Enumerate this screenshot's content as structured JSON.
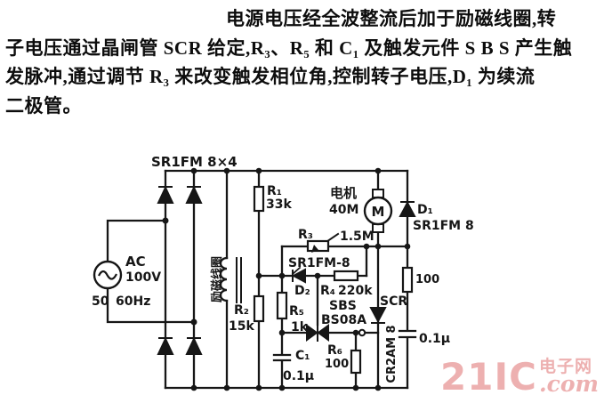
{
  "caption": {
    "lines": [
      "电源电压经全波整流后加于励磁线圈,转",
      "子电压通过晶闸管 SCR 给定,R₃、R₅ 和 C₁ 及触发元件 S B S 产生触",
      "发脉冲,通过调节 R₃ 来改变触发相位角,控制转子电压,D₁ 为续流",
      "二极管。"
    ]
  },
  "circuit": {
    "bridge_label": "SR1FM 8×4",
    "ac_source": {
      "name": "AC",
      "voltage": "100V",
      "freq_a": "50",
      "freq_b": "60Hz"
    },
    "coil_label": "励磁线圈",
    "r1": {
      "ref": "R₁",
      "value": "33k"
    },
    "r2": {
      "ref": "R₂",
      "value": "15k"
    },
    "r3": {
      "ref": "R₃",
      "value": "1.5M"
    },
    "r4": {
      "ref": "R₄",
      "value": "220k"
    },
    "r5": {
      "ref": "R₅",
      "value": "1k"
    },
    "r6": {
      "ref": "R₆",
      "value": "100"
    },
    "r7": {
      "value": "100"
    },
    "c1": {
      "ref": "C₁",
      "value": "0.1μ"
    },
    "c2": {
      "value": "0.1μ"
    },
    "d1": {
      "ref": "D₁",
      "type": "SR1FM 8"
    },
    "d2": {
      "ref": "D₂",
      "type": "SR1FM-8"
    },
    "sbs": {
      "ref": "SBS",
      "type": "BS08A"
    },
    "scr": {
      "ref": "SCR",
      "type": "CR2AM 8"
    },
    "motor": {
      "label": "电机",
      "value": "40M",
      "symbol": "M"
    }
  },
  "watermark": {
    "brand": "21IC",
    "site": "电子网",
    "domain": ".com",
    "color": "#eca8a8"
  }
}
